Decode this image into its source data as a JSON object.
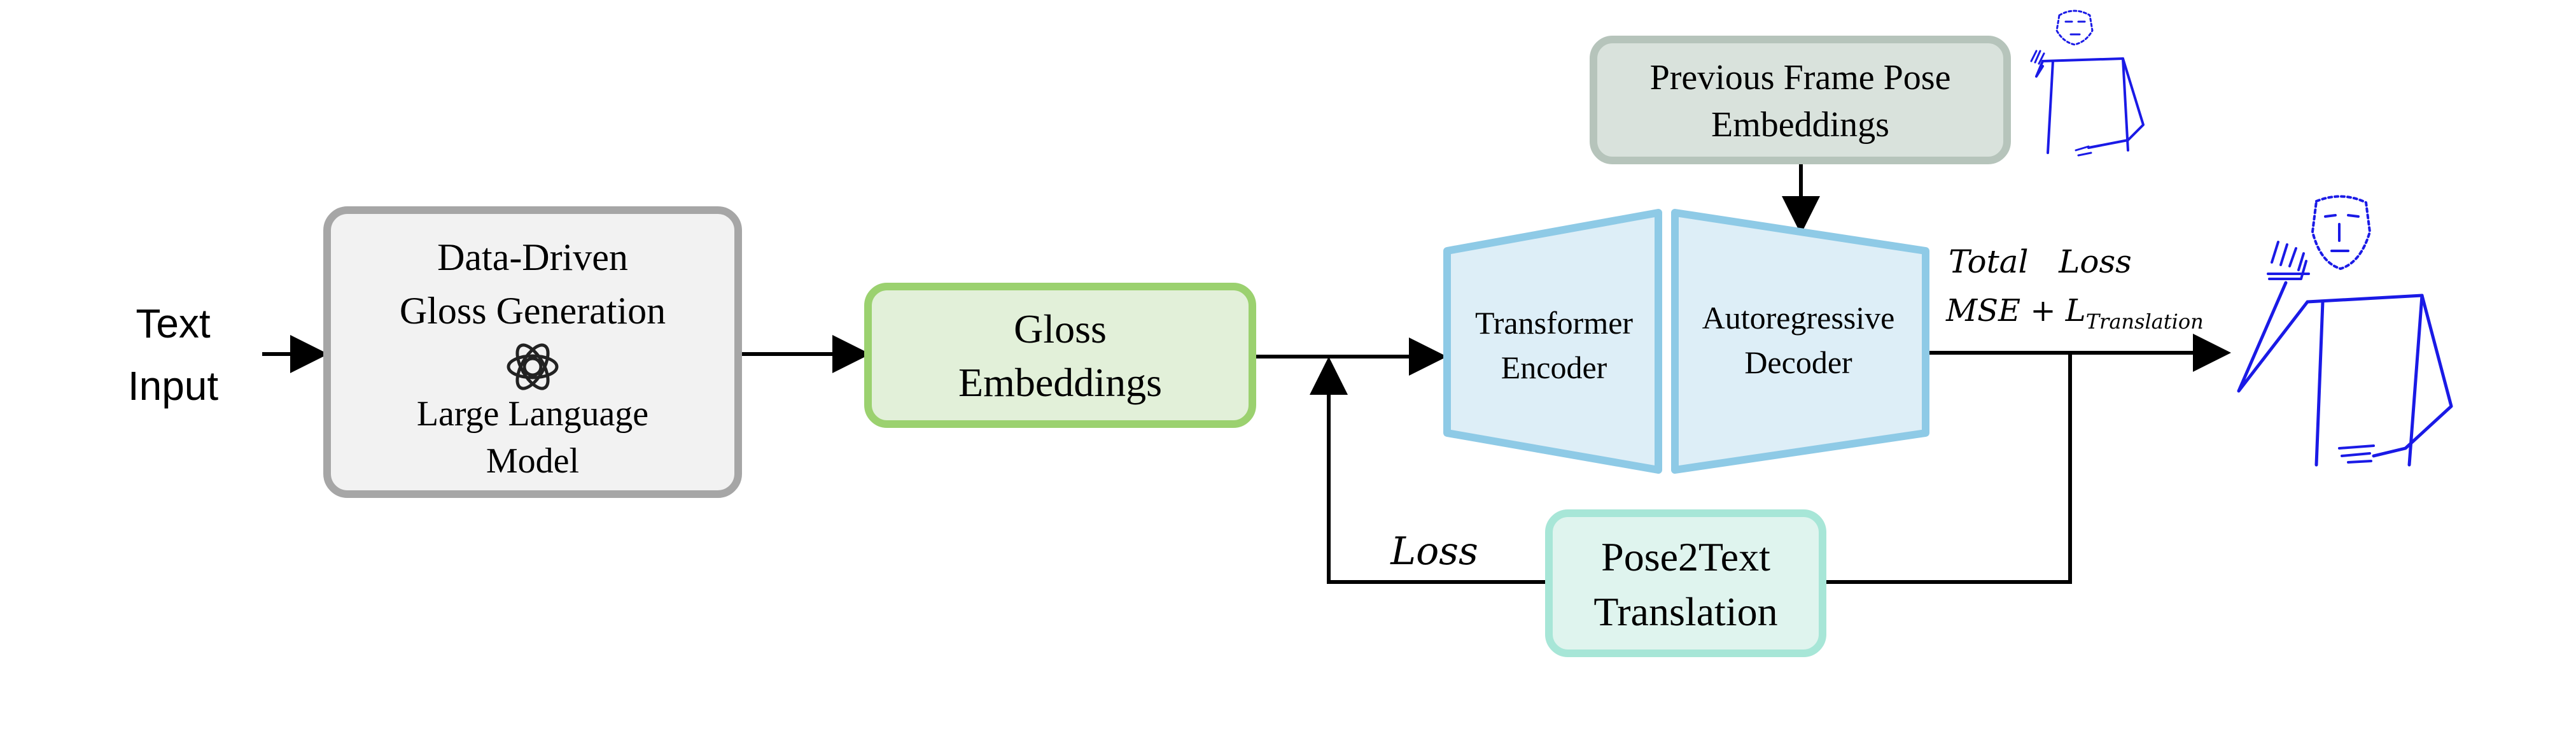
{
  "input": {
    "line1": "Text",
    "line2": "Input"
  },
  "gloss_generation": {
    "line1": "Data-Driven",
    "line2": "Gloss Generation",
    "line3": "Large Language",
    "line4": "Model",
    "icon": "openai-logo-icon"
  },
  "gloss_embeddings": {
    "line1": "Gloss",
    "line2": "Embeddings"
  },
  "encoder": {
    "line1": "Transformer",
    "line2": "Encoder"
  },
  "decoder": {
    "line1": "Autoregressive",
    "line2": "Decoder"
  },
  "previous_frame": {
    "line1": "Previous Frame Pose",
    "line2": "Embeddings"
  },
  "pose2text": {
    "line1": "Pose2Text",
    "line2": "Translation"
  },
  "loss_label": "Loss",
  "total_loss": {
    "line1": "Total   Loss",
    "line2_main": "MSE + L",
    "line2_sub": "Translation"
  },
  "output": {
    "icon": "skeleton-pose-output-icon"
  },
  "previous_pose": {
    "icon": "skeleton-pose-previous-icon"
  },
  "colors": {
    "gray_border": "#a6a6a6",
    "gray_fill": "#f2f2f2",
    "green_border": "#9bd16f",
    "green_fill": "#e2f0d9",
    "blue_border": "#8ecae6",
    "blue_fill": "#ddeef7",
    "sage_border": "#b6c4bb",
    "sage_fill": "#d9e2dc",
    "teal_border": "#a7e6d7",
    "teal_fill": "#dff4ee",
    "skeleton": "#1a1ae6",
    "arrow": "#000000"
  }
}
